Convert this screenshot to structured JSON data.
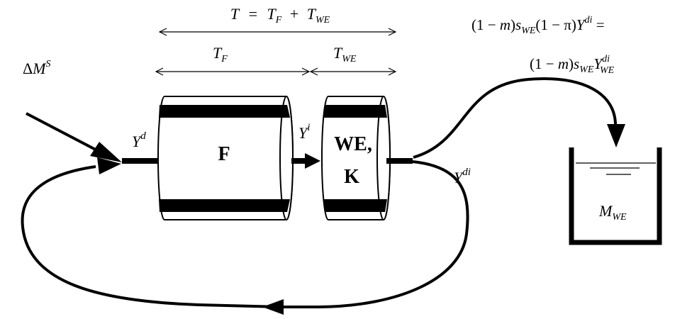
{
  "time": {
    "total": {
      "lhs": "T",
      "eq": "=",
      "a": "T",
      "a_sub": "F",
      "plus": "+",
      "b": "T",
      "b_sub": "WE"
    },
    "tf": {
      "sym": "T",
      "sub": "F"
    },
    "twe": {
      "sym": "T",
      "sub": "WE"
    }
  },
  "formula": {
    "line1": {
      "a": "(1 − ",
      "m": "m",
      "b": ")",
      "s": "s",
      "s_sub": "WE",
      "c": "(1 − π)",
      "y": "Y",
      "y_sup": "di",
      "d": " ="
    },
    "line2": {
      "a": "(1 − ",
      "m": "m",
      "b": ")",
      "s": "s",
      "s_sub": "WE",
      "y": "Y",
      "y_sup": "di",
      "y_sub": "WE"
    }
  },
  "money_shock": {
    "delta": "Δ",
    "sym": "M",
    "sup": "S"
  },
  "firms": {
    "label": "F"
  },
  "sector": {
    "line1": "WE,",
    "line2": "K"
  },
  "flows": {
    "yd": {
      "sym": "Y",
      "sup": "d"
    },
    "yi": {
      "sym": "Y",
      "sup": "i"
    },
    "ydi": {
      "sym": "Y",
      "sup": "di"
    }
  },
  "reservoir": {
    "sym": "M",
    "sub": "WE"
  }
}
